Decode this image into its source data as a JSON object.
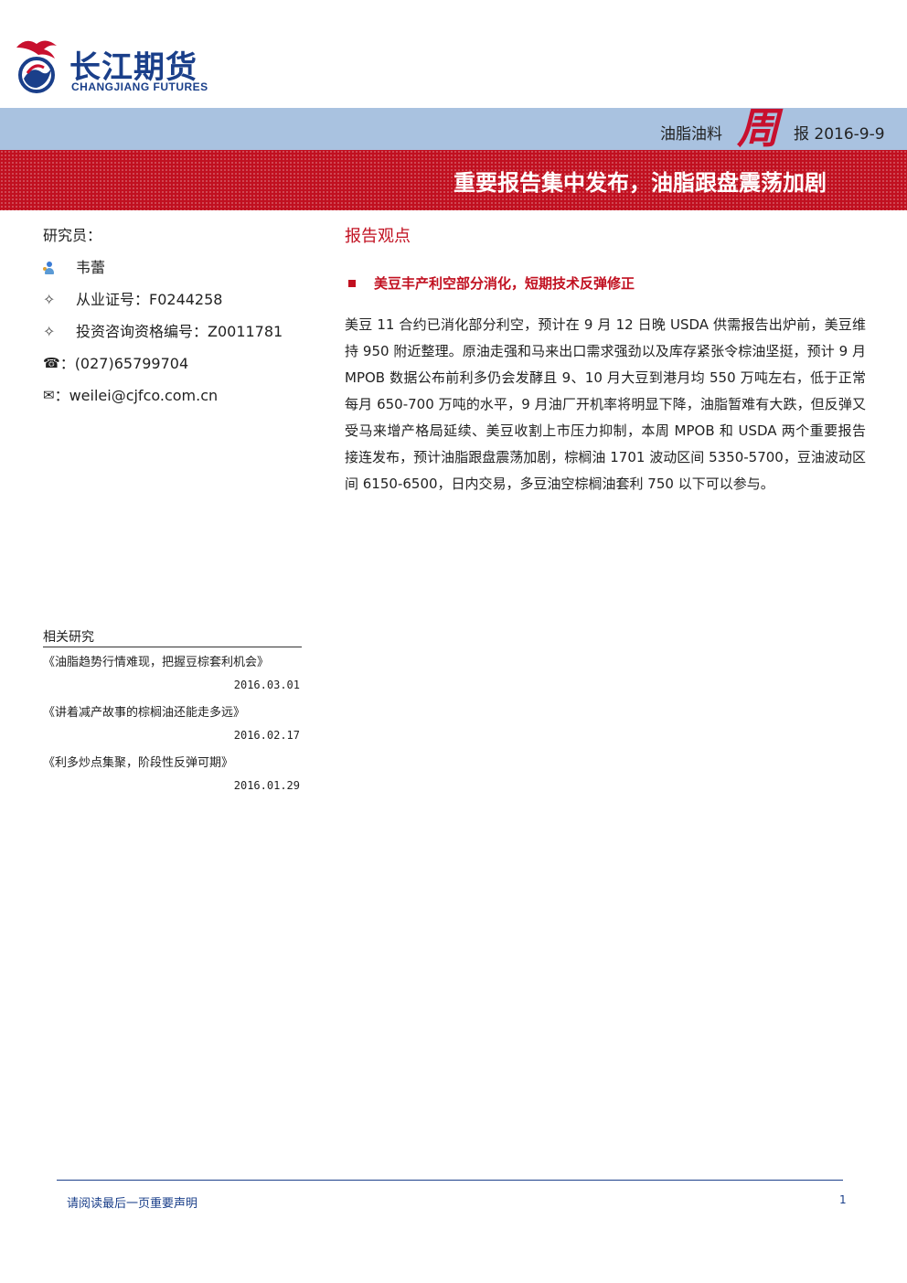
{
  "logo": {
    "cn": "长江期货",
    "en": "CHANGJIANG FUTURES",
    "colors": {
      "blue": "#1a3f8a",
      "red": "#c8102e"
    }
  },
  "header_band": {
    "category": "油脂油料",
    "zhou": "周",
    "date": "报 2016-9-9",
    "color": "#a9c2e0"
  },
  "title_band": {
    "title": "重要报告集中发布，油脂跟盘震荡加剧",
    "color": "#c11020"
  },
  "analyst": {
    "label": "研究员：",
    "name": "韦蕾",
    "license": "从业证号：F0244258",
    "advisory": "投资咨询资格编号：Z0011781",
    "phone": "：(027)65799704",
    "email": "：weilei@cjfco.com.cn",
    "icons": {
      "person": "person-icon",
      "star": "star-icon",
      "phone": "phone-icon",
      "email": "envelope-icon"
    }
  },
  "related": {
    "heading": "相关研究",
    "items": [
      {
        "title": "《油脂趋势行情难现，把握豆棕套利机会》",
        "date": "2016.03.01"
      },
      {
        "title": "《讲着减产故事的棕榈油还能走多远》",
        "date": "2016.02.17"
      },
      {
        "title": "《利多炒点集聚，阶段性反弹可期》",
        "date": "2016.01.29"
      }
    ]
  },
  "report": {
    "section_title": "报告观点",
    "bullet_heading": "美豆丰产利空部分消化，短期技术反弹修正",
    "body": "美豆 11 合约已消化部分利空，预计在 9 月 12 日晚 USDA 供需报告出炉前，美豆维持 950 附近整理。原油走强和马来出口需求强劲以及库存紧张令棕油坚挺，预计 9 月 MPOB 数据公布前利多仍会发酵且 9、10 月大豆到港月均 550 万吨左右，低于正常每月 650-700 万吨的水平，9 月油厂开机率将明显下降，油脂暂难有大跌，但反弹又受马来增产格局延续、美豆收割上市压力抑制，本周 MPOB 和 USDA 两个重要报告接连发布，预计油脂跟盘震荡加剧，棕榈油 1701 波动区间 5350-5700，豆油波动区间 6150-6500，日内交易，多豆油空棕榈油套利 750 以下可以参与。"
  },
  "footer": {
    "notice": "请阅读最后一页重要声明",
    "page": "1"
  }
}
